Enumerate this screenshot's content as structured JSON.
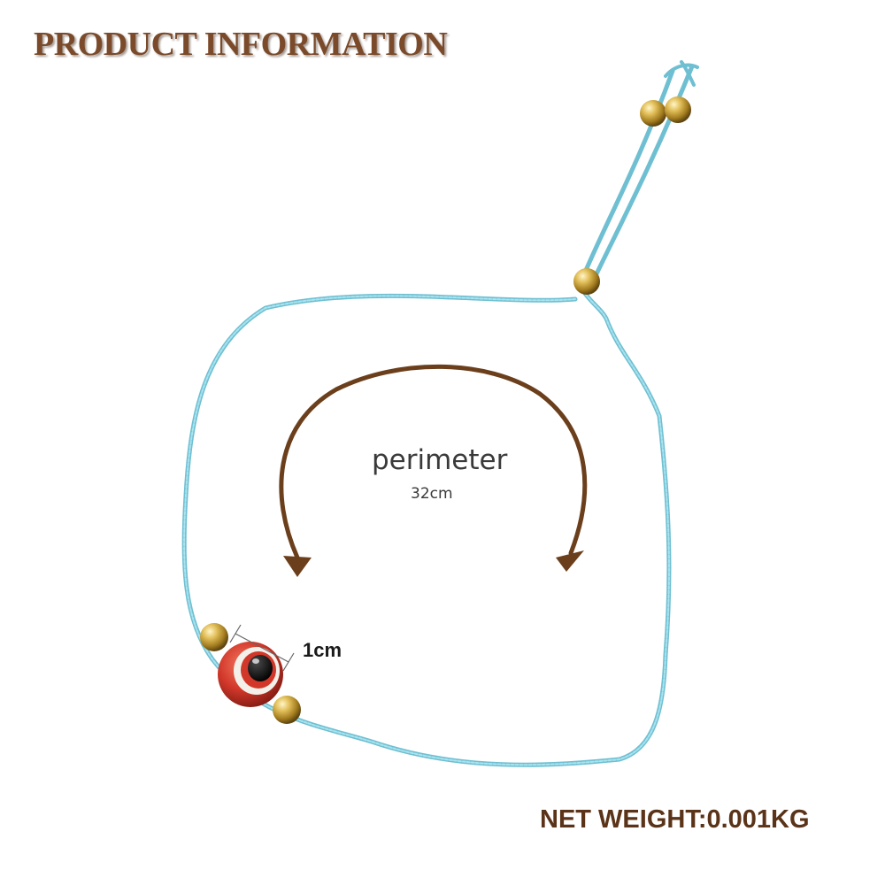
{
  "header": {
    "title": "PRODUCT INFORMATION"
  },
  "dimensions": {
    "perimeter_label": "perimeter",
    "perimeter_value": "32cm",
    "bead_size": "1cm"
  },
  "footer": {
    "net_weight": "NET WEIGHT:0.001KG"
  },
  "colors": {
    "cord": "#8fd6e6",
    "gold_bead": "#c9a23a",
    "evil_eye": "#d2382a",
    "arrow": "#6b3f1c",
    "heading": "#7a4a2a"
  },
  "icons": {
    "arrow": "curved-double-arrow",
    "product": "evil-eye-bracelet"
  }
}
